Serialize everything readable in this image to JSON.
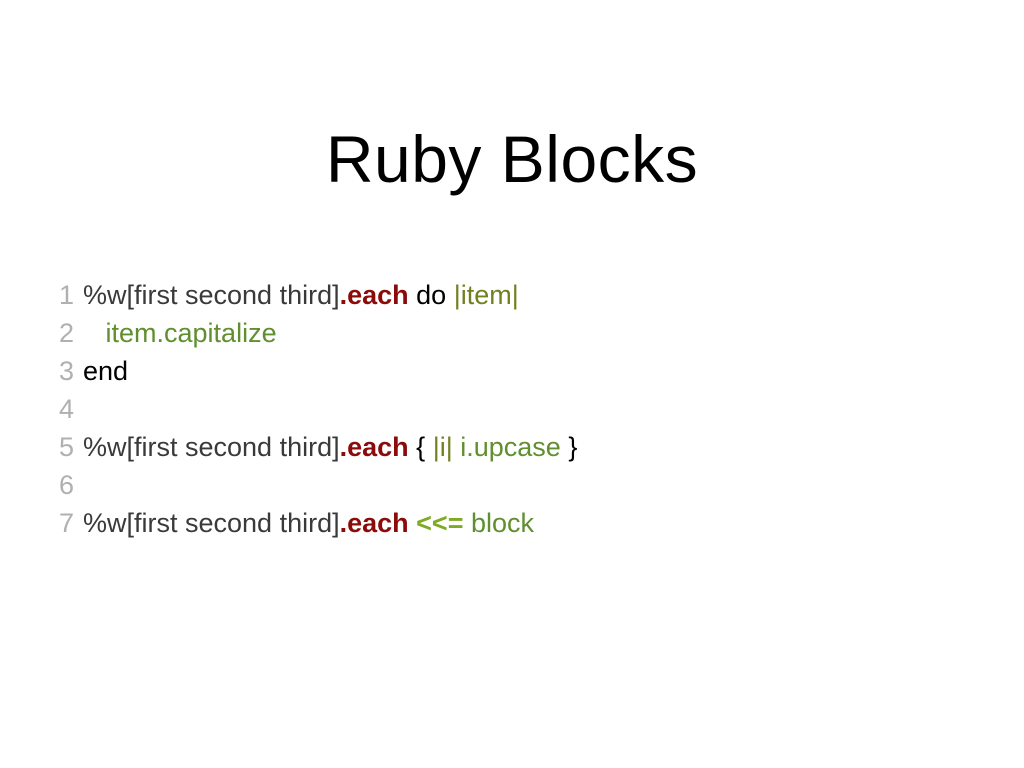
{
  "slide": {
    "title": "Ruby Blocks",
    "background_color": "#ffffff",
    "title_color": "#000000"
  },
  "palette": {
    "plain": "#3a3a3a",
    "keyword": "#000000",
    "method": "#8b0a0a",
    "block_param": "#73801f",
    "identifier": "#5f8f2e",
    "punctuation": "#000000",
    "operator": "#7faa22",
    "line_number": "#b0b0b0"
  },
  "code": {
    "language": "ruby",
    "line_numbers_visible": true,
    "lines": [
      {
        "number": "1",
        "text": "%w[first second third].each do |item|",
        "tokens": [
          {
            "t": "%w[first second third]",
            "k": "plain"
          },
          {
            "t": ".each",
            "k": "method"
          },
          {
            "t": " ",
            "k": "plain"
          },
          {
            "t": "do",
            "k": "keyword"
          },
          {
            "t": " ",
            "k": "plain"
          },
          {
            "t": "|item|",
            "k": "param"
          }
        ]
      },
      {
        "number": "2",
        "text": "  item.capitalize",
        "tokens": [
          {
            "t": "   ",
            "k": "indent"
          },
          {
            "t": "item.capitalize",
            "k": "ident"
          }
        ]
      },
      {
        "number": "3",
        "text": "end",
        "tokens": [
          {
            "t": "end",
            "k": "keyword"
          }
        ]
      },
      {
        "number": "4",
        "text": "",
        "tokens": []
      },
      {
        "number": "5",
        "text": "%w[first second third].each { |i| i.upcase }",
        "tokens": [
          {
            "t": "%w[first second third]",
            "k": "plain"
          },
          {
            "t": ".each",
            "k": "method"
          },
          {
            "t": " ",
            "k": "plain"
          },
          {
            "t": "{",
            "k": "punct"
          },
          {
            "t": " ",
            "k": "plain"
          },
          {
            "t": "|i|",
            "k": "param"
          },
          {
            "t": " ",
            "k": "plain"
          },
          {
            "t": "i.upcase",
            "k": "ident"
          },
          {
            "t": " ",
            "k": "plain"
          },
          {
            "t": "}",
            "k": "punct"
          }
        ]
      },
      {
        "number": "6",
        "text": "",
        "tokens": []
      },
      {
        "number": "7",
        "text": "%w[first second third].each <<= block",
        "tokens": [
          {
            "t": "%w[first second third]",
            "k": "plain"
          },
          {
            "t": ".each",
            "k": "method"
          },
          {
            "t": " ",
            "k": "plain"
          },
          {
            "t": "<<=",
            "k": "operator"
          },
          {
            "t": " ",
            "k": "plain"
          },
          {
            "t": "block",
            "k": "ident"
          }
        ]
      }
    ]
  }
}
